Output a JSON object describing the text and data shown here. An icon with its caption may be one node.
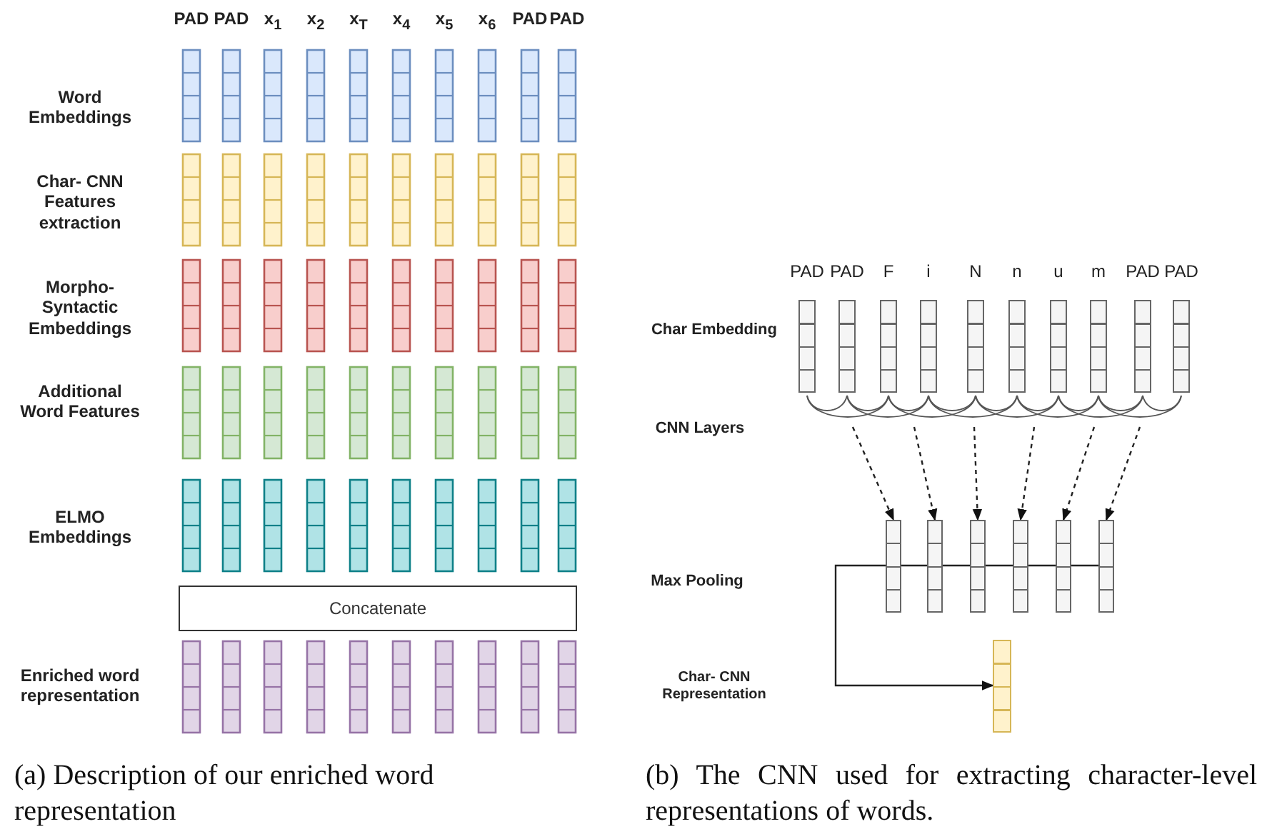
{
  "diagram": {
    "nodes": [
      {
        "text": [
          "Concatenate"
        ]
      },
      {
        "text": [],
        "shape": "bar"
      },
      {
        "text": [],
        "shape": "bar"
      },
      {
        "text": [],
        "shape": "bar"
      },
      {
        "text": [],
        "shape": "bar"
      },
      {
        "text": [],
        "shape": "bar"
      },
      {
        "text": [],
        "shape": "bar"
      },
      {
        "text": [],
        "shape": "bar"
      },
      {
        "text": [],
        "shape": "bar"
      },
      {
        "text": [],
        "shape": "bar"
      },
      {
        "text": [],
        "shape": "bar"
      },
      {
        "text": [],
        "shape": "bar"
      },
      {
        "text": [],
        "shape": "bar"
      },
      {
        "text": [],
        "shape": "bar"
      },
      {
        "text": [],
        "shape": "bar"
      },
      {
        "text": [],
        "shape": "bar"
      },
      {
        "text": [],
        "shape": "bar"
      },
      {
        "text": [],
        "shape": "bar"
      },
      {
        "text": [],
        "shape": "picture"
      }
    ],
    "edges": [
      {
        "from": 18,
        "to": 11,
        "arrow": "to",
        "style": "dashed"
      },
      {
        "from": 18,
        "to": 12,
        "arrow": "to",
        "style": "dashed"
      },
      {
        "from": 18,
        "to": 13,
        "arrow": "to",
        "style": "dashed"
      },
      {
        "from": 18,
        "to": 14,
        "arrow": "to",
        "style": "dashed"
      },
      {
        "from": 18,
        "to": 15,
        "arrow": "to",
        "style": "dashed"
      },
      {
        "from": 18,
        "to": 16,
        "arrow": "to",
        "style": "dashed"
      },
      {
        "from": 16,
        "to": 17,
        "arrow": "to"
      }
    ],
    "labels": [
      "PAD",
      "PAD",
      "x$_{1}$",
      "x$_{2}$",
      "x$_{T}$",
      "x$_{4}$",
      "x$_{5}$",
      "x$_{6}$",
      "PAD",
      "PAD",
      "Word Embeddings",
      "Char- CNN Features extraction",
      "Morpho- Syntactic Embeddings",
      "Additional Word Features",
      "ELMO Embeddings",
      "Enriched word representation",
      "PAD",
      "PAD",
      "F",
      "i",
      "N",
      "n",
      "u",
      "m",
      "PAD",
      "PAD",
      "Char Embedding",
      "CNN Layers",
      "Max Pooling",
      "Char- CNN Representation",
      "(a) Description of our enriched word representation",
      "(b) The CNN used for extracting character-level representations of words."
    ]
  }
}
